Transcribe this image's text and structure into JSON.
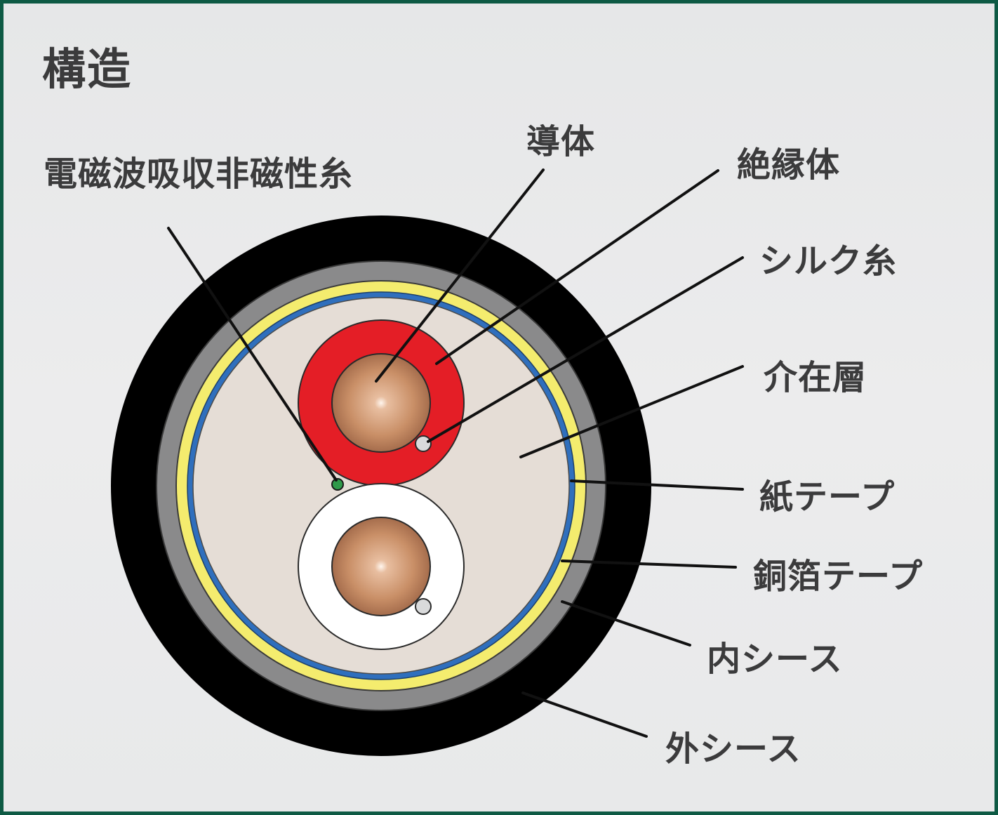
{
  "title": "構造",
  "labels": {
    "absorb_thread": "電磁波吸収非磁性糸",
    "conductor": "導体",
    "insulator": "絶縁体",
    "silk_thread": "シルク糸",
    "filler": "介在層",
    "paper_tape": "紙テープ",
    "copper_tape": "銅箔テープ",
    "inner_sheath": "内シース",
    "outer_sheath": "外シース"
  },
  "colors": {
    "border": "#0e5a44",
    "outer_sheath": "#000000",
    "inner_sheath": "#8a8a8b",
    "paper_tape": "#f4ec6e",
    "copper_tape": "#2f6fbd",
    "filler": "#e5ddd6",
    "insulator_red": "#e41e26",
    "insulator_white": "#ffffff",
    "conductor": "#c98f67",
    "absorb_thread": "#2f9a4a",
    "silk_thread": "#d9dadb"
  }
}
